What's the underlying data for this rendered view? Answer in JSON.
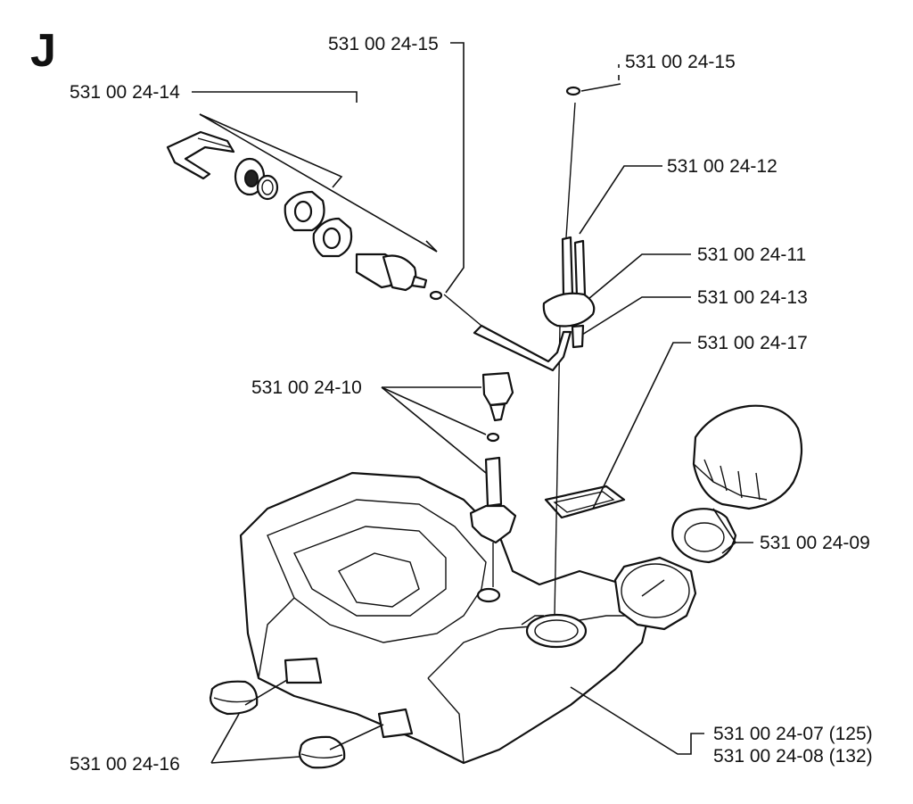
{
  "section_letter": "J",
  "callouts": {
    "c1": "531 00 24-15",
    "c2": "531 00 24-15",
    "c3": "531 00 24-14",
    "c4": "531 00 24-12",
    "c5": "531 00 24-11",
    "c6": "531 00 24-13",
    "c7": "531 00 24-17",
    "c8": "531 00 24-10",
    "c9": "531 00 24-09",
    "c10": "531 00 24-07 (125)",
    "c11": "531 00 24-08 (132)",
    "c12": "531 00 24-16"
  },
  "colors": {
    "ink": "#111111",
    "paper": "#ffffff"
  }
}
